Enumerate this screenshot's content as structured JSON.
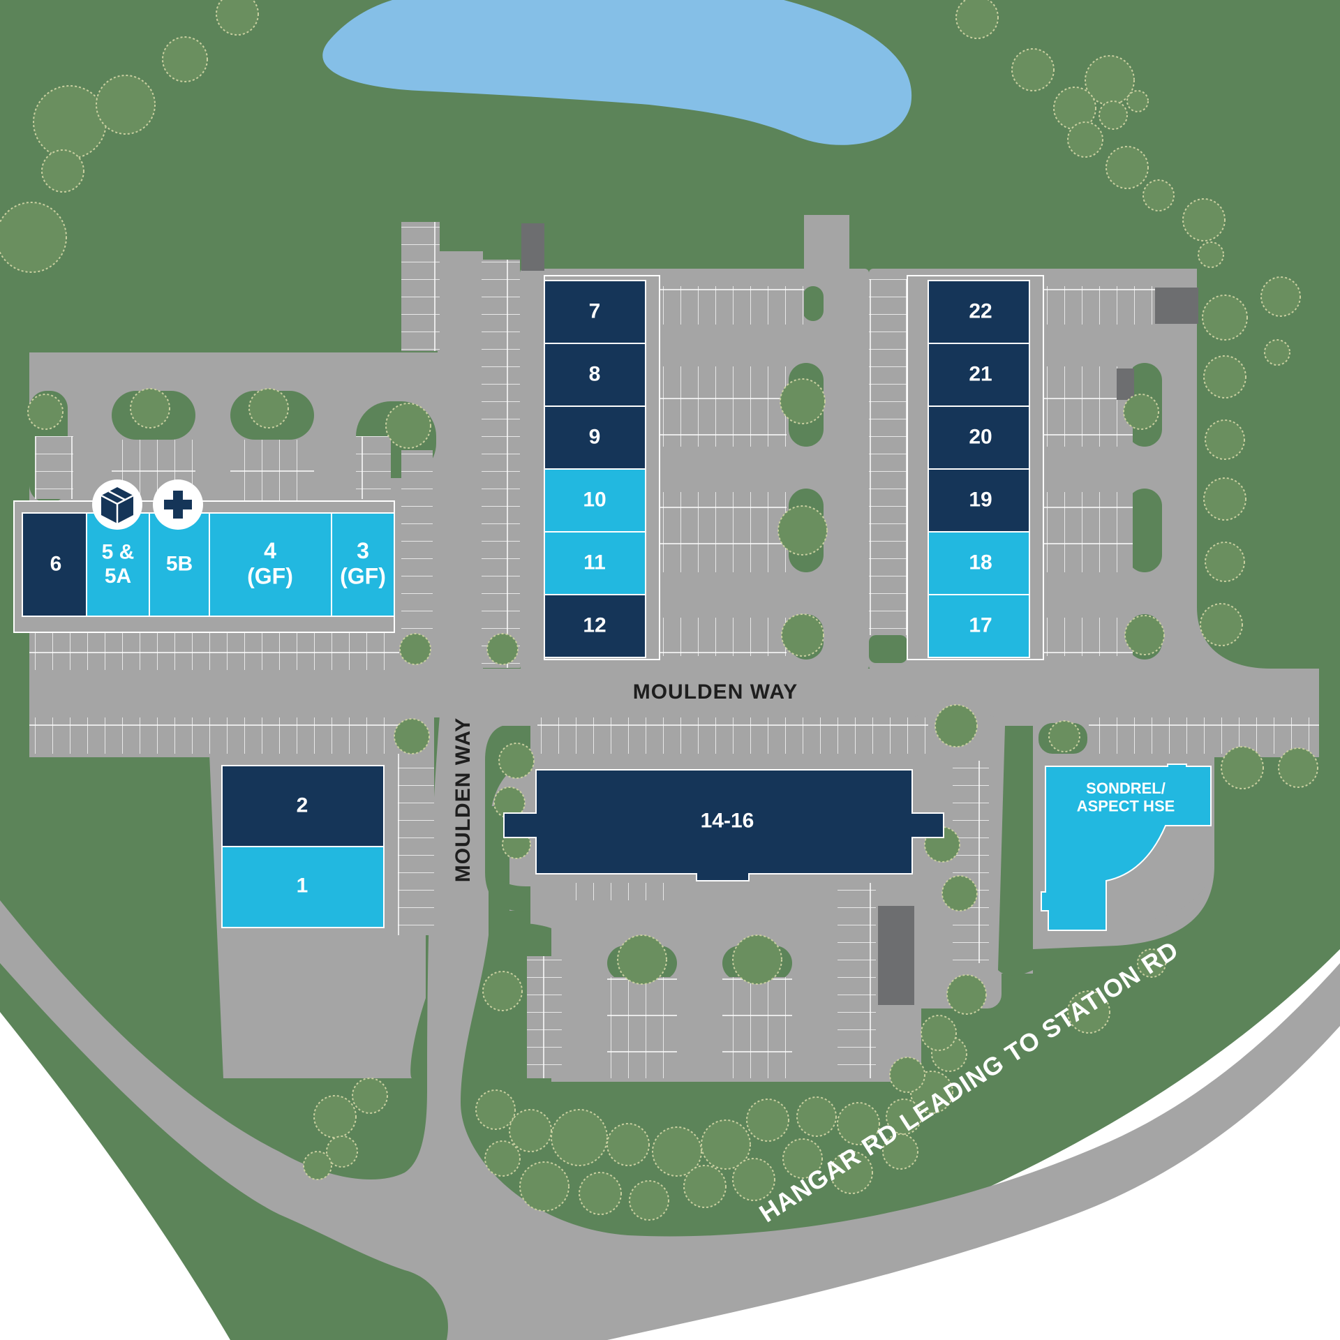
{
  "colors": {
    "grass": "#5c8459",
    "road": "#a5a5a5",
    "water": "#85bfe7",
    "outside": "#ffffff",
    "building_dark": "#153558",
    "building_light": "#22b8e0",
    "reserved_bay": "#6d6e70",
    "tree_outline": "#c9cfa0",
    "bay_line": "#ffffff",
    "road_label": "#1e1e1e",
    "road_label_light": "#ffffff"
  },
  "roads": {
    "moulden_way_horizontal": "MOULDEN WAY",
    "moulden_way_vertical": "MOULDEN WAY",
    "hangar_rd": "HANGAR RD LEADING TO STATION RD"
  },
  "icons": {
    "parcel": "parcel-box-icon",
    "medical": "medical-cross-icon"
  },
  "units": [
    {
      "id": "u6",
      "lines": [
        "6"
      ],
      "tone": "dark"
    },
    {
      "id": "u5",
      "lines": [
        "5 &",
        "5A"
      ],
      "tone": "light"
    },
    {
      "id": "u5b",
      "lines": [
        "5B"
      ],
      "tone": "light"
    },
    {
      "id": "u4",
      "lines": [
        "4",
        "(GF)"
      ],
      "tone": "light"
    },
    {
      "id": "u3",
      "lines": [
        "3",
        "(GF)"
      ],
      "tone": "light"
    },
    {
      "id": "u7",
      "lines": [
        "7"
      ],
      "tone": "dark"
    },
    {
      "id": "u8",
      "lines": [
        "8"
      ],
      "tone": "dark"
    },
    {
      "id": "u9",
      "lines": [
        "9"
      ],
      "tone": "dark"
    },
    {
      "id": "u10",
      "lines": [
        "10"
      ],
      "tone": "light"
    },
    {
      "id": "u11",
      "lines": [
        "11"
      ],
      "tone": "light"
    },
    {
      "id": "u12",
      "lines": [
        "12"
      ],
      "tone": "dark"
    },
    {
      "id": "u22",
      "lines": [
        "22"
      ],
      "tone": "dark"
    },
    {
      "id": "u21",
      "lines": [
        "21"
      ],
      "tone": "dark"
    },
    {
      "id": "u20",
      "lines": [
        "20"
      ],
      "tone": "dark"
    },
    {
      "id": "u19",
      "lines": [
        "19"
      ],
      "tone": "dark"
    },
    {
      "id": "u18",
      "lines": [
        "18"
      ],
      "tone": "light"
    },
    {
      "id": "u17",
      "lines": [
        "17"
      ],
      "tone": "light"
    },
    {
      "id": "u2",
      "lines": [
        "2"
      ],
      "tone": "dark"
    },
    {
      "id": "u1",
      "lines": [
        "1"
      ],
      "tone": "light"
    },
    {
      "id": "u14",
      "lines": [
        "14-16"
      ],
      "tone": "dark"
    },
    {
      "id": "usa",
      "lines": [
        "SONDREL/",
        "ASPECT HSE"
      ],
      "tone": "light"
    }
  ]
}
